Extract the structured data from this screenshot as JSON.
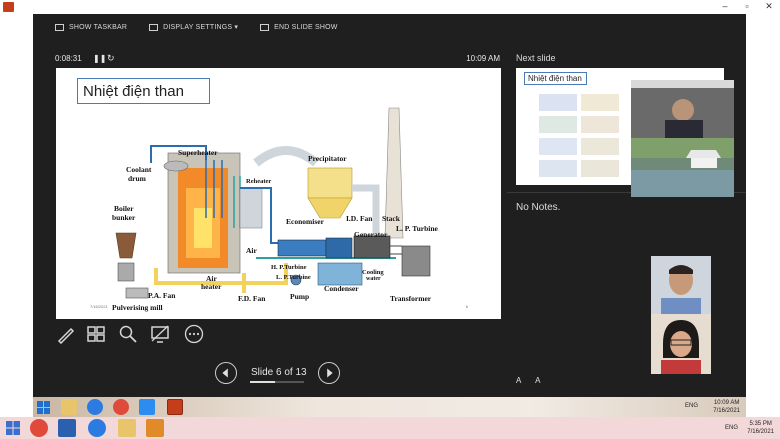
{
  "toolbar": {
    "show_taskbar": "SHOW TASKBAR",
    "display_settings": "DISPLAY SETTINGS ▾",
    "end_slide_show": "END SLIDE SHOW"
  },
  "timer": {
    "elapsed": "0:08:31",
    "clock": "10:09 AM"
  },
  "current_slide": {
    "title": "Nhiệt điện than",
    "footer_date": "7/16/2021",
    "footer_num": "6",
    "labels": {
      "superheater": "Superheater",
      "coolant": "Coolant",
      "drum": "drum",
      "reheater": "Reheater",
      "precipitator": "Precipitator",
      "boiler": "Boiler",
      "bunker": "bunker",
      "economiser": "Economiser",
      "id_fan": "I.D. Fan",
      "stack": "Stack",
      "lp_turbine_top": "L. P. Turbine",
      "generator": "Generator",
      "air": "Air",
      "hp_turbine": "H. P.Turbine",
      "lp_turbine": "L. P.Turbine",
      "cooling": "Cooling",
      "water": "water",
      "air_heater_1": "Air",
      "air_heater_2": "heater",
      "condenser": "Condenser",
      "pa_fan": "P.A. Fan",
      "fd_fan": "F.D. Fan",
      "pump": "Pump",
      "transformer": "Transformer",
      "pulverising_mill": "Pulverising mill"
    }
  },
  "nav": {
    "label": "Slide 6 of 13",
    "progress": 0.46
  },
  "next_slide": {
    "heading": "Next slide",
    "title": "Nhiệt điện than"
  },
  "notes": {
    "text": "No Notes."
  },
  "font_controls": {
    "increase": "A",
    "decrease": "A"
  },
  "remote_taskbar": {
    "lang": "ENG",
    "time": "10:09 AM",
    "date": "7/16/2021"
  },
  "local_taskbar": {
    "lang": "ENG",
    "time": "5:35 PM",
    "date": "7/16/2021"
  },
  "colors": {
    "presenter_bg": "#1f1f1f",
    "title_border": "#4a7ab7",
    "accent_powerpoint": "#c43e1c"
  }
}
